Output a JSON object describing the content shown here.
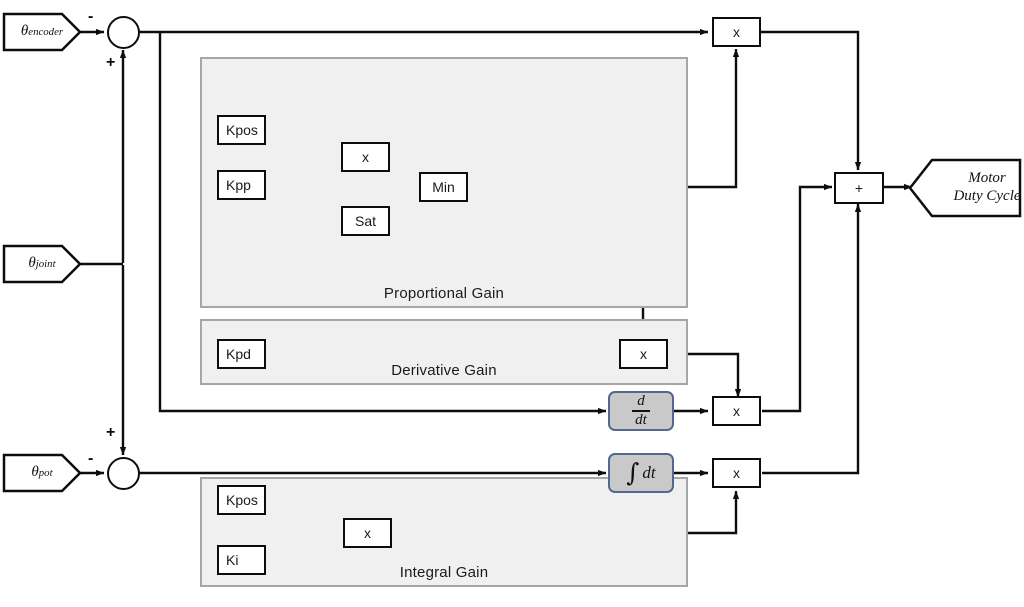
{
  "diagram": {
    "title": "Motor Control Block Diagram",
    "type": "control-system-block-diagram",
    "background": "#ffffff",
    "line_color": "#0d0d0d",
    "group_fill": "#f0f0f0",
    "group_border": "#a6a6a6",
    "math_block_fill": "#c9c9c9",
    "math_block_border": "#51688f"
  },
  "inputs": [
    {
      "id": "theta-encoder",
      "symbol": "θ",
      "subscript": "encoder",
      "shape": "pentagon-flag"
    },
    {
      "id": "theta-joint",
      "symbol": "θ",
      "subscript": "joint",
      "shape": "pentagon-flag"
    },
    {
      "id": "theta-pot",
      "symbol": "θ",
      "subscript": "pot",
      "shape": "pentagon-flag"
    }
  ],
  "output": {
    "id": "motor-duty-cycle",
    "line1": "Motor",
    "line2": "Duty Cycle",
    "shape": "pentagon-flag"
  },
  "summing_junctions": [
    {
      "id": "sum-top",
      "minus": "-",
      "plus": "+"
    },
    {
      "id": "sum-bottom",
      "minus": "-",
      "plus": "+"
    }
  ],
  "groups": [
    {
      "id": "proportional-gain",
      "label": "Proportional Gain",
      "blocks": [
        {
          "id": "p-kpos",
          "label": "Kpos"
        },
        {
          "id": "p-kpp",
          "label": "Kpp"
        },
        {
          "id": "p-mult",
          "label": "x"
        },
        {
          "id": "p-sat",
          "label": "Sat"
        },
        {
          "id": "p-min",
          "label": "Min"
        }
      ]
    },
    {
      "id": "derivative-gain",
      "label": "Derivative Gain",
      "blocks": [
        {
          "id": "d-kpd",
          "label": "Kpd"
        },
        {
          "id": "d-mult",
          "label": "x"
        }
      ]
    },
    {
      "id": "integral-gain",
      "label": "Integral Gain",
      "blocks": [
        {
          "id": "i-kpos",
          "label": "Kpos"
        },
        {
          "id": "i-ki",
          "label": "Ki"
        },
        {
          "id": "i-mult",
          "label": "x"
        }
      ]
    }
  ],
  "operators": [
    {
      "id": "mult-top",
      "label": "x"
    },
    {
      "id": "mult-derivative",
      "label": "x"
    },
    {
      "id": "mult-integral",
      "label": "x"
    },
    {
      "id": "sum-output",
      "label": "+"
    }
  ],
  "math_blocks": [
    {
      "id": "derivative-operator",
      "numerator": "d",
      "denominator": "dt",
      "kind": "fraction"
    },
    {
      "id": "integral-operator",
      "symbol": "∫",
      "suffix": "dt",
      "kind": "integral"
    }
  ]
}
